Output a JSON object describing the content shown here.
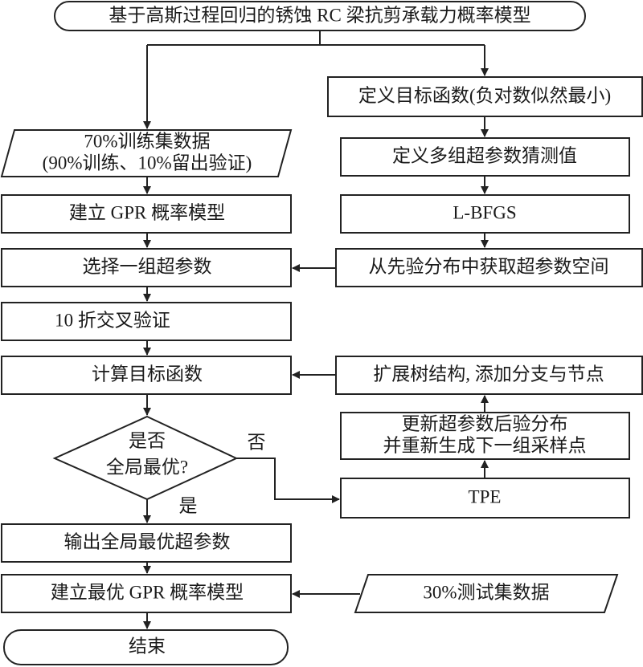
{
  "title": "基于高斯过程回归的锈蚀 RC 梁抗剪承载力概率模型",
  "left": {
    "train_data_line1": "70%训练集数据",
    "train_data_line2": "(90%训练、10%留出验证)",
    "build_gpr": "建立 GPR 概率模型",
    "select_hyper": "选择一组超参数",
    "cross_validation": "10 折交叉验证",
    "compute_objective": "计算目标函数",
    "decision_line1": "是否",
    "decision_line2": "全局最优?",
    "yes_label": "是",
    "no_label": "否",
    "output_best": "输出全局最优超参数",
    "build_best_gpr": "建立最优 GPR 概率模型",
    "end": "结束"
  },
  "right": {
    "define_objective": "定义目标函数(负对数似然最小)",
    "define_guesses": "定义多组超参数猜测值",
    "lbfgs": "L-BFGS",
    "prior_space": "从先验分布中获取超参数空间",
    "expand_tree": "扩展树结构, 添加分支与节点",
    "update_line1": "更新超参数后验分布",
    "update_line2": "并重新生成下一组采样点",
    "tpe": "TPE",
    "test_data": "30%测试集数据"
  }
}
